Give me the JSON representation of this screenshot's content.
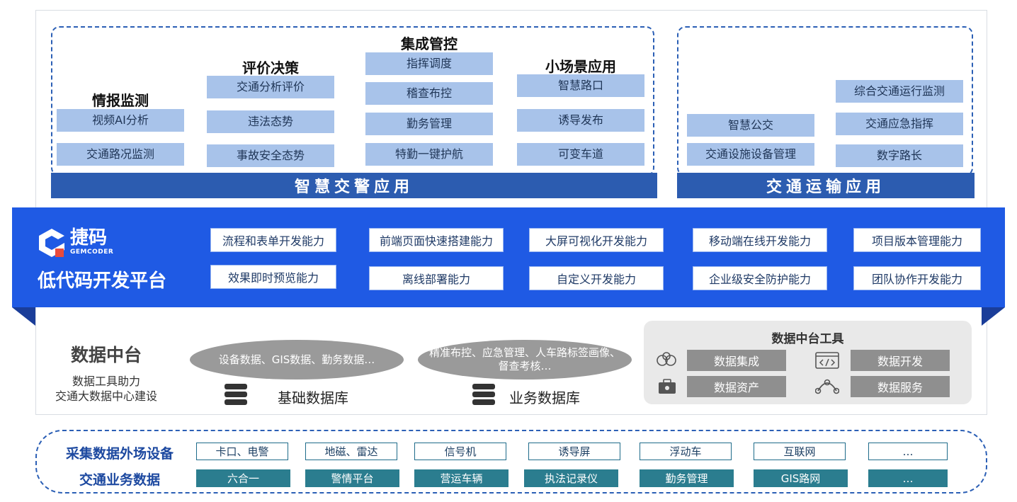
{
  "app_layer": {
    "traffic_police": {
      "bar_label": "智慧交警应用",
      "groups": {
        "intel": {
          "title": "情报监测",
          "items": [
            "视频AI分析",
            "交通路况监测"
          ]
        },
        "eval": {
          "title": "评价决策",
          "items": [
            "交通分析评价",
            "违法态势",
            "事故安全态势"
          ]
        },
        "integrated": {
          "title": "集成管控",
          "items": [
            "指挥调度",
            "稽查布控",
            "勤务管理",
            "特勤一键护航"
          ]
        },
        "scene": {
          "title": "小场景应用",
          "items": [
            "智慧路口",
            "诱导发布",
            "可变车道"
          ]
        }
      }
    },
    "transport": {
      "bar_label": "交通运输应用",
      "left_items": [
        "智慧公交",
        "交通设施设备管理"
      ],
      "right_items": [
        "综合交通运行监测",
        "交通应急指挥",
        "数字路长"
      ]
    }
  },
  "lowcode": {
    "brand_cn": "捷码",
    "brand_en": "GEMCODER",
    "platform_title": "低代码开发平台",
    "row1": [
      "流程和表单开发能力",
      "前端页面快速搭建能力",
      "大屏可视化开发能力",
      "移动端在线开发能力",
      "项目版本管理能力"
    ],
    "row2": [
      "效果即时预览能力",
      "离线部署能力",
      "自定义开发能力",
      "企业级安全防护能力",
      "团队协作开发能力"
    ]
  },
  "data_platform": {
    "title": "数据中台",
    "subtitle_line1": "数据工具助力",
    "subtitle_line2": "交通大数据中心建设",
    "basic_db": {
      "ellipse_text": "设备数据、GIS数据、勤务数据…",
      "label": "基础数据库"
    },
    "business_db": {
      "ellipse_line1": "精准布控、应急管理、人车路标签画像、",
      "ellipse_line2": "督查考核…",
      "label": "业务数据库"
    },
    "tools": {
      "title": "数据中台工具",
      "items": [
        {
          "label": "数据集成",
          "icon": "integration-icon"
        },
        {
          "label": "数据开发",
          "icon": "code-icon"
        },
        {
          "label": "数据资产",
          "icon": "asset-icon"
        },
        {
          "label": "数据服务",
          "icon": "service-icon"
        }
      ]
    }
  },
  "collection": {
    "label1": "采集数据外场设备",
    "label2": "交通业务数据",
    "row1": [
      "卡口、电警",
      "地磁、雷达",
      "信号机",
      "诱导屏",
      "浮动车",
      "互联网",
      "…"
    ],
    "row2": [
      "六合一",
      "警情平台",
      "营运车辆",
      "执法记录仪",
      "勤务管理",
      "GIS路网",
      "…"
    ]
  },
  "colors": {
    "band_blue": "#1f5ae4",
    "bar_blue": "#2c5cb0",
    "cell_blue": "#a8c3ea",
    "teal": "#2b7d8f",
    "gray": "#8f8f8f"
  }
}
